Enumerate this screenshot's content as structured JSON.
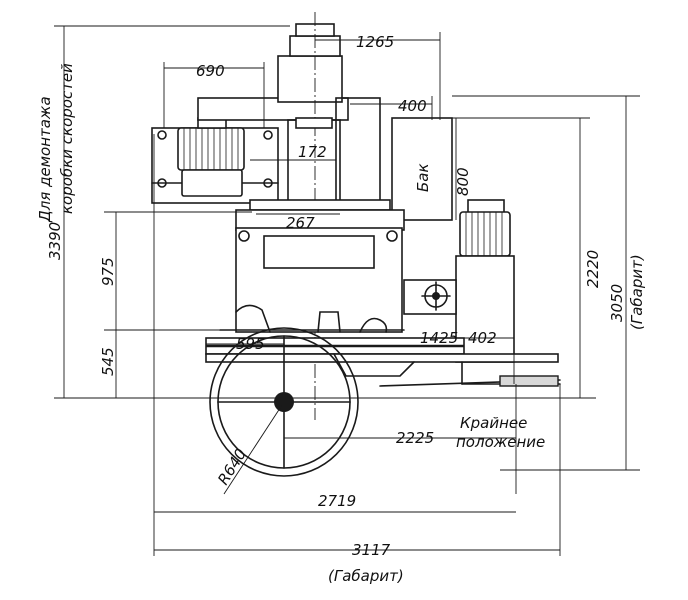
{
  "dimensions": {
    "d1265": "1265",
    "d690": "690",
    "d400": "400",
    "d172": "172",
    "d800": "800",
    "d267": "267",
    "d2220": "2220",
    "d3050": "3050",
    "d3390": "3390",
    "d975": "975",
    "d545": "545",
    "d595": "595",
    "d1425": "1425",
    "d402": "402",
    "d2225": "2225",
    "d2719": "2719",
    "d3117": "3117",
    "r640": "R640"
  },
  "labels": {
    "tank": "Бак",
    "removal_line1": "Для демонтажа",
    "removal_line2": "коробки скоростей",
    "extreme_line1": "Крайнее",
    "extreme_line2": "положение",
    "overall_bottom": "(Габарит)",
    "overall_right": "(Габарит)"
  }
}
